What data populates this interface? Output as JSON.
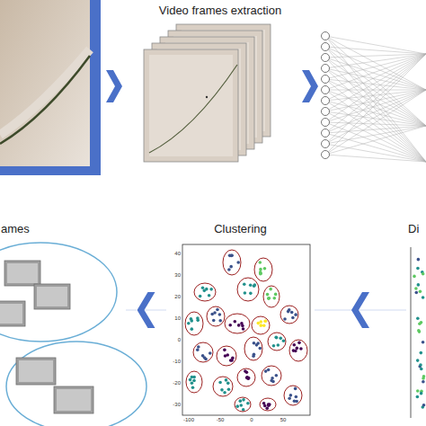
{
  "diagram": {
    "nodes": [
      {
        "text": [
          "Video frames extraction"
        ]
      },
      {
        "text": [
          "ames"
        ]
      },
      {
        "text": [
          "Clustering"
        ]
      },
      {
        "text": [
          "Di"
        ]
      }
    ],
    "edges": [
      {
        "from": 3,
        "to": 2,
        "arrow": "to"
      },
      {
        "from": 2,
        "to": 1,
        "arrow": "to"
      }
    ],
    "labels": [
      "40",
      "30",
      "20",
      "10",
      "0",
      "-10",
      "-20",
      "-30",
      "-100",
      "-50",
      "0",
      "50"
    ]
  }
}
